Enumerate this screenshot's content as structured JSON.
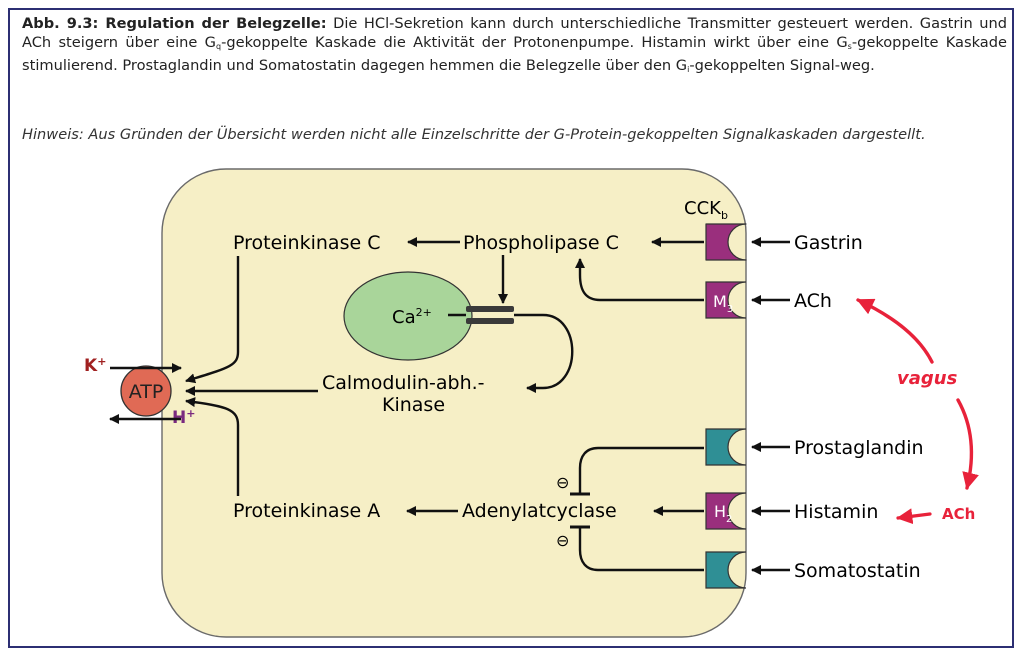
{
  "caption": {
    "title": "Abb. 9.3: Regulation der Belegzelle:",
    "t1": " Die HCl-Sekretion kann durch unterschiedliche Transmitter gesteuert werden. Gastrin und ACh steigern über eine G",
    "s1": "q",
    "t2": "-gekoppelte Kaskade die Aktivität der Protonenpumpe. Histamin wirkt über eine G",
    "s2": "s",
    "t3": "-gekoppelte Kaskade stimulierend. Prostaglandin und Somatostatin dagegen hemmen die Belegzelle über den G",
    "s3": "i",
    "t4": "-gekoppelten Signal-weg.",
    "hinweis": "Hinweis: Aus Gründen der Übersicht werden nicht alle Einzelschritte der G-Protein-gekoppelten Signalkaskaden dargestellt."
  },
  "diagram": {
    "pkc": "Proteinkinase C",
    "plc": "Phospholipase C",
    "ca": "Ca",
    "ca_sup": "2+",
    "camk1": "Calmodulin-abh.-",
    "camk2": "Kinase",
    "pka": "Proteinkinase A",
    "ac": "Adenylatcyclase",
    "atp": "ATP",
    "k": "K",
    "h": "H",
    "ion_sup": "+",
    "cck": "CCK",
    "cck_sub": "b",
    "m3": "M",
    "m3_sub": "3",
    "h2": "H",
    "h2_sub": "2",
    "gastrin": "Gastrin",
    "ach": "ACh",
    "prostaglandin": "Prostaglandin",
    "histamin": "Histamin",
    "somatostatin": "Somatostatin",
    "inhibit": "⊖",
    "note_vagus": "vagus",
    "note_ach": "ACh"
  },
  "colors": {
    "cell_fill": "#f6efc6",
    "receptor_magenta": "#9a2f7d",
    "receptor_teal": "#2f8f95",
    "atp_fill": "#e06a55",
    "ca_fill": "#a9d59a",
    "k_label": "#a02020",
    "h_label": "#7a2a80",
    "annotation_red": "#e8223a",
    "frame": "#2c2f73"
  }
}
